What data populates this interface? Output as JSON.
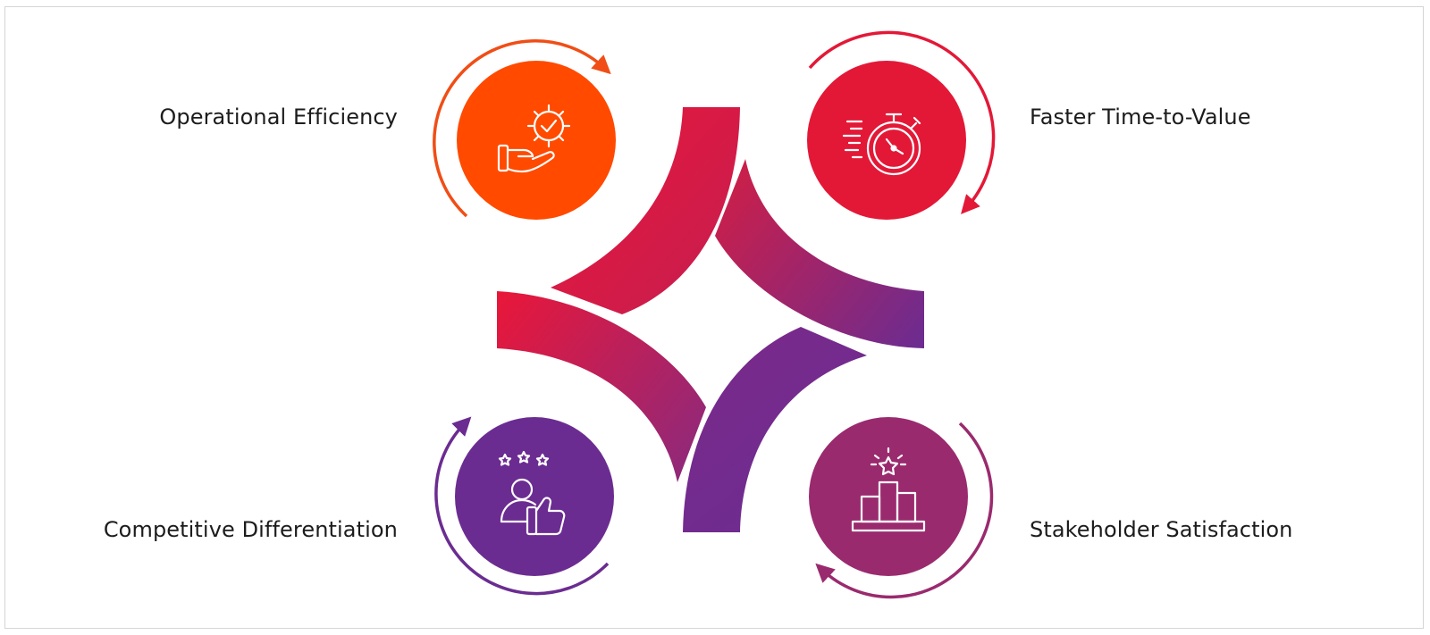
{
  "diagram": {
    "quadrants": [
      {
        "id": "top-left",
        "label": "Operational Efficiency",
        "icon": "gear-hand-icon",
        "color": "#FF4A00"
      },
      {
        "id": "top-right",
        "label": "Faster Time-to-Value",
        "icon": "stopwatch-icon",
        "color": "#E31837"
      },
      {
        "id": "bottom-left",
        "label": "Competitive Differentiation",
        "icon": "person-thumbs-up-icon",
        "color": "#6B2C91"
      },
      {
        "id": "bottom-right",
        "label": "Stakeholder Satisfaction",
        "icon": "podium-star-icon",
        "color": "#9A2A6E"
      }
    ],
    "center_gradient": {
      "start": "#E8173A",
      "end": "#6B2C91"
    }
  }
}
